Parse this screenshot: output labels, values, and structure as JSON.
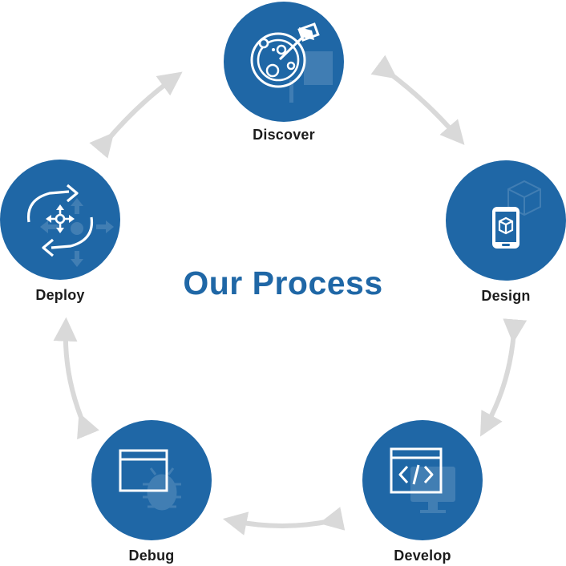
{
  "title": "Our Process",
  "colors": {
    "node": "#1f67a6",
    "title": "#1f67a6",
    "arrow": "#d9d9d9",
    "label": "#1c1c1c"
  },
  "steps": [
    {
      "label": "Discover",
      "icon": "discovery-target-flag-icon"
    },
    {
      "label": "Design",
      "icon": "mobile-cube-icon"
    },
    {
      "label": "Develop",
      "icon": "code-window-icon"
    },
    {
      "label": "Debug",
      "icon": "bug-window-icon"
    },
    {
      "label": "Deploy",
      "icon": "sync-arrows-icon"
    }
  ]
}
